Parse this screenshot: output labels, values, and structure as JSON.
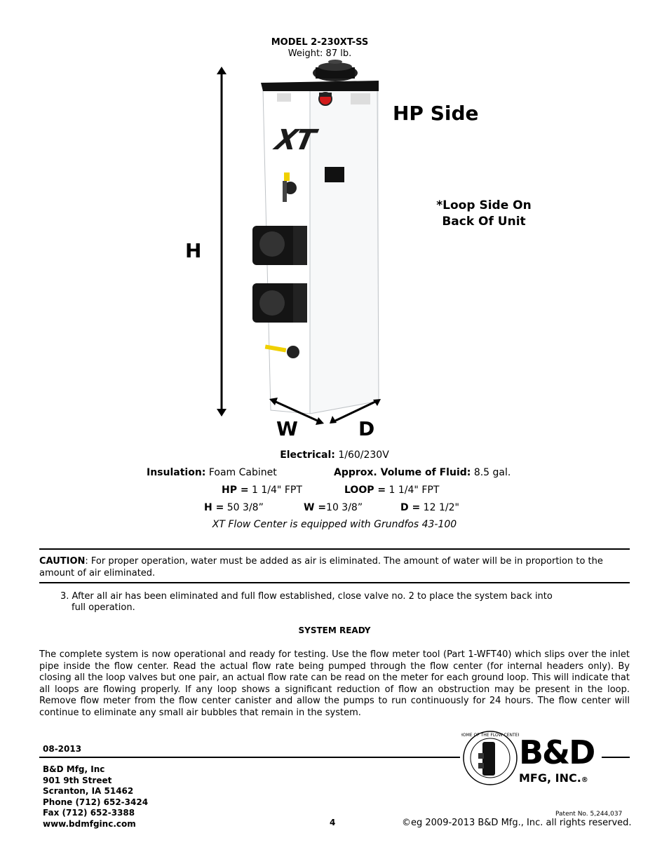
{
  "header": {
    "model": "MODEL 2-230XT-SS",
    "weight": "Weight:  87 lb."
  },
  "figure": {
    "hp_side": "HP Side",
    "loop_note_line1": "*Loop Side On",
    "loop_note_line2": "Back Of Unit",
    "dim_h": "H",
    "dim_w": "W",
    "dim_d": "D",
    "product_logo": "XT"
  },
  "specs": {
    "electrical_label": "Electrical:",
    "electrical_value": " 1/60/230V",
    "insulation_label": "Insulation:",
    "insulation_value": " Foam Cabinet",
    "volume_label": "Approx. Volume of Fluid:",
    "volume_value": " 8.5 gal.",
    "hp_label": "HP =",
    "hp_value": " 1 1/4\" FPT",
    "loop_label": "LOOP =",
    "loop_value": " 1 1/4\" FPT",
    "h_label": "H =",
    "h_value": " 50 3/8”",
    "w_label": "W =",
    "w_value": "10 3/8”",
    "d_label": "D =",
    "d_value": " 12 1/2\"",
    "note": "XT Flow Center is equipped with Grundfos 43-100"
  },
  "caution": {
    "label": "CAUTION",
    "text": ": For proper operation, water must be added as air is eliminated. The amount of water will be in proportion to the amount of air eliminated."
  },
  "step3": {
    "line1": "3. After all air has been eliminated and full flow established, close valve no. 2 to place the system back into",
    "line2": "full operation."
  },
  "system_ready": {
    "heading": "SYSTEM READY",
    "body": "The complete system is now operational and ready for testing. Use the flow meter tool (Part 1-WFT40) which slips over the inlet pipe inside the flow center. Read the actual flow rate being pumped through the flow center (for internal headers only). By closing all the loop valves but one pair, an actual flow rate can be read on the meter for each ground loop. This will indicate that all loops are flowing properly. If any loop shows a significant reduction of flow an obstruction may be present in the loop. Remove flow meter from the flow center canister and allow the pumps to run continuously for 24 hours. The flow center will continue to eliminate any small air bubbles that remain in the system."
  },
  "footer": {
    "date": "08-2013",
    "company": "B&D Mfg, Inc",
    "street": "901 9th Street",
    "city": "Scranton, IA  51462",
    "phone": "Phone (712) 652-3424",
    "fax": "Fax (712) 652-3388",
    "web": "www.bdmfginc.com",
    "page": "4",
    "patent": "Patent No. 5,244,037",
    "copyright": "©eg 2009-2013 B&D Mfg., Inc. all rights reserved.",
    "logo_main": "B&D",
    "logo_sub": "MFG, INC.",
    "logo_reg": "®",
    "logo_ring": "HOME OF THE FLOW CENTER"
  }
}
